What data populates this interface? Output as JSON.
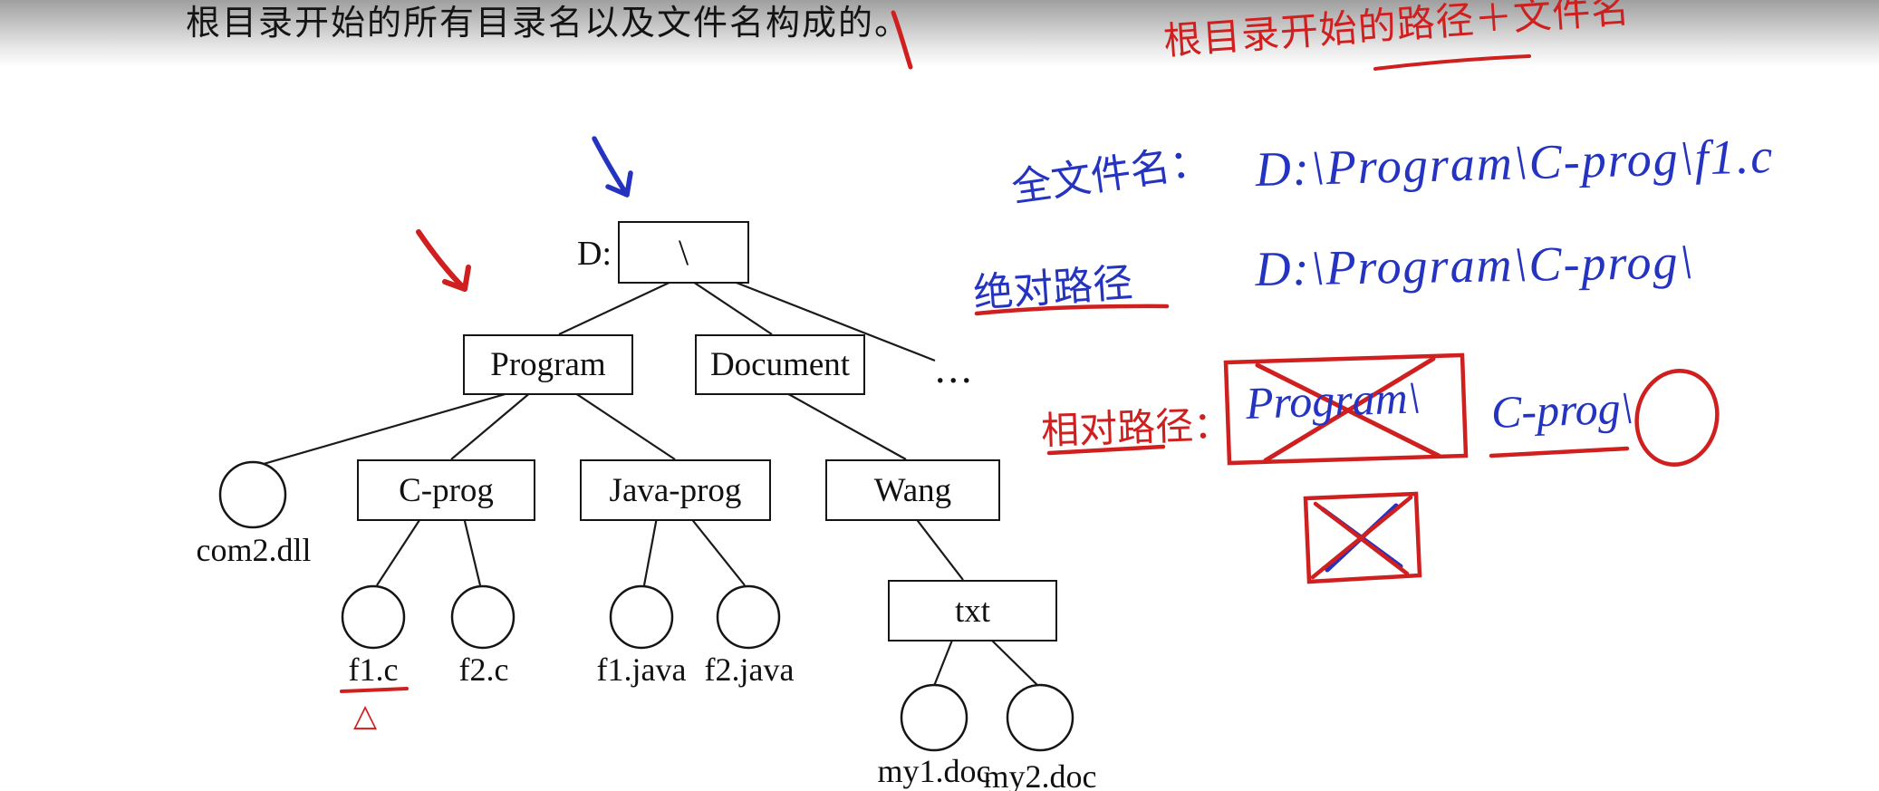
{
  "header": {
    "text": "根目录开始的所有目录名以及文件名构成的。"
  },
  "tree": {
    "root": {
      "drive_label": "D:",
      "symbol": "\\"
    },
    "nodes": {
      "program": "Program",
      "document": "Document",
      "ellipsis": "...",
      "com2dll": "com2.dll",
      "cprog": "C-prog",
      "javaprog": "Java-prog",
      "wang": "Wang",
      "f1c": "f1.c",
      "f2c": "f2.c",
      "f1java": "f1.java",
      "f2java": "f2.java",
      "txt": "txt",
      "my1doc": "my1.doc",
      "my2doc": "my2.doc"
    },
    "structure": {
      "D:\\": [
        "Program",
        "Document",
        "..."
      ],
      "Program": [
        "com2.dll",
        "C-prog",
        "Java-prog"
      ],
      "Document": [
        "Wang"
      ],
      "C-prog": [
        "f1.c",
        "f2.c"
      ],
      "Java-prog": [
        "f1.java",
        "f2.java"
      ],
      "Wang": [
        "txt"
      ],
      "txt": [
        "my1.doc",
        "my2.doc"
      ]
    }
  },
  "annotations": {
    "red_scribble_top": "根目录开始的路径＋文件名",
    "label_full_filename": "全文件名：",
    "label_absolute_path": "绝对路径",
    "label_relative_path": "相对路径：",
    "path_full_filename": "D:\\Program\\C-prog\\f1.c",
    "path_absolute": "D:\\Program\\C-prog\\",
    "crossed_out_path": "Program\\",
    "circled_path": "C-prog\\",
    "triangle_mark": "△"
  },
  "colors": {
    "handwriting_blue": "#2433c0",
    "handwriting_red": "#cf1f1f",
    "tree_line": "#1a1a1a"
  }
}
